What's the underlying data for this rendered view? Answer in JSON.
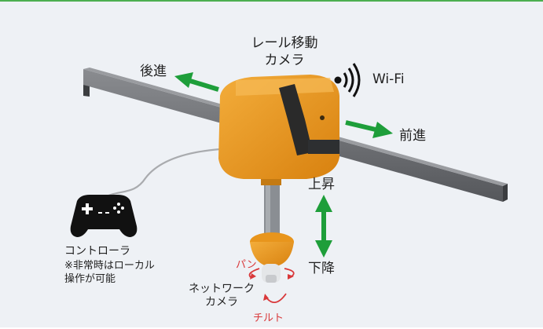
{
  "labels": {
    "camera_title": [
      "レール移動",
      "カメラ"
    ],
    "back": "後進",
    "forward": "前進",
    "wifi": "Wi-Fi",
    "up": "上昇",
    "down": "下降",
    "controller": "コントローラ",
    "controller_note": [
      "※非常時はローカル",
      "操作が可能"
    ],
    "network_camera": [
      "ネットワーク",
      "カメラ"
    ],
    "pan": "パン",
    "tilt": "チルト"
  },
  "colors": {
    "accent_green": "#1e9e3a",
    "body_orange": "#e8951c",
    "rail_gray": "#6f7175",
    "red_text": "#d9383a",
    "background": "#eef1f5"
  },
  "icons": [
    "gamepad-icon",
    "wifi-signal-icon"
  ]
}
